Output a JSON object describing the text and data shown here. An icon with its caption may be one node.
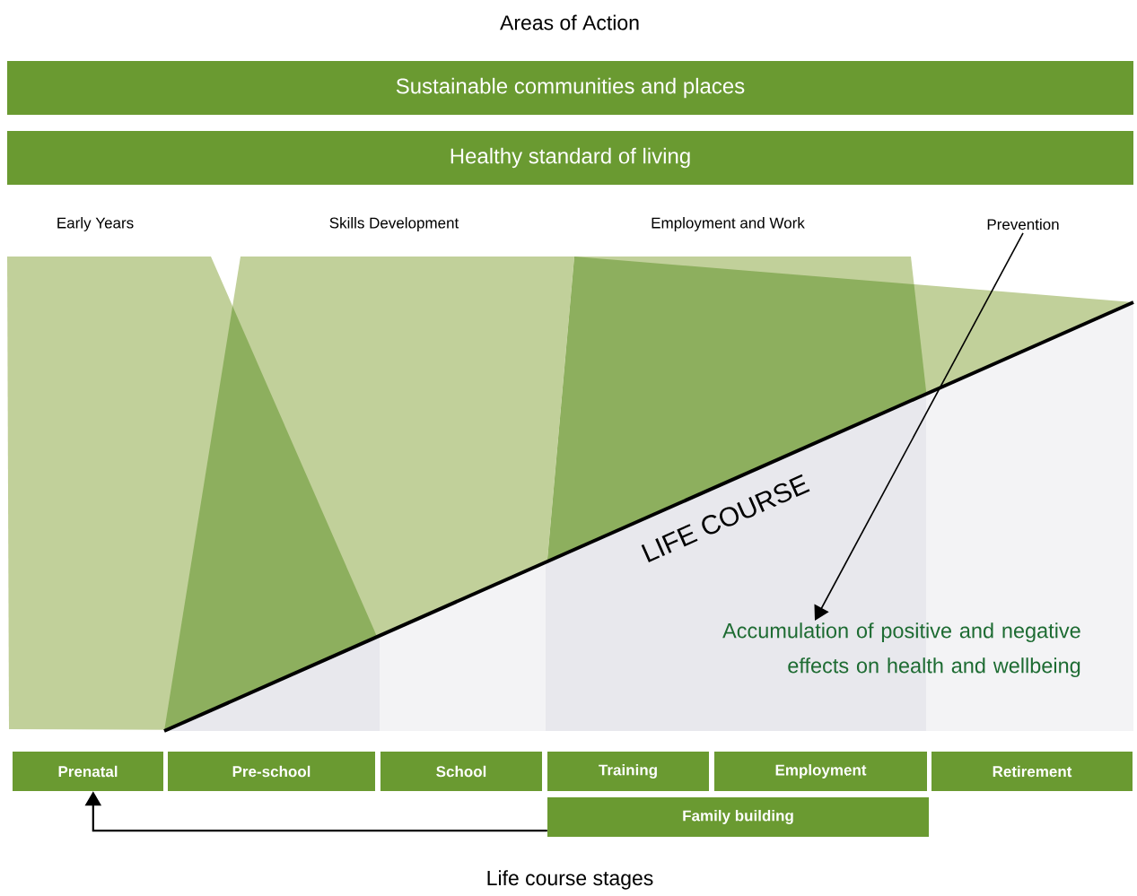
{
  "diagram": {
    "title": "Areas of Action",
    "caption": "Life course stages",
    "nodes": [
      {
        "text": [
          "Sustainable communities and places"
        ]
      },
      {
        "text": [
          "Healthy standard of living"
        ]
      },
      {
        "text": [
          "Prevention"
        ]
      },
      {
        "text": [
          "Accumulation of positive and negative effects on health and wellbeing"
        ]
      },
      {
        "text": [
          "Prenatal"
        ]
      },
      {
        "text": [
          "Pre-school"
        ]
      },
      {
        "text": [
          "School"
        ]
      },
      {
        "text": [
          "Training"
        ]
      },
      {
        "text": [
          "Employment"
        ]
      },
      {
        "text": [
          "Retirement"
        ]
      },
      {
        "text": [
          "Family building"
        ]
      }
    ],
    "edges": [
      {
        "from": 2,
        "to": 3,
        "arrow": "to"
      },
      {
        "from": 10,
        "to": 4,
        "arrow": "to"
      }
    ],
    "labels": [
      "Early Years",
      "Skills Development",
      "Employment and Work",
      "LIFE COURSE"
    ]
  }
}
